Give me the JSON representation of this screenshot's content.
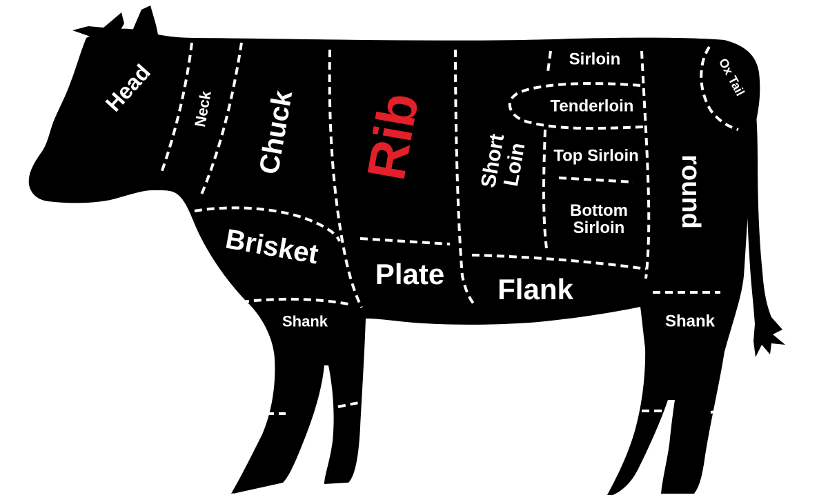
{
  "colors": {
    "background": "#ffffff",
    "silhouette": "#000000",
    "cut_lines": "#ffffff",
    "label": "#ffffff",
    "highlight": "#e3202a"
  },
  "highlighted_cut": "Rib",
  "cuts": {
    "head": "Head",
    "neck": "Neck",
    "chuck": "Chuck",
    "rib": "Rib",
    "short_loin_line1": "Short",
    "short_loin_line2": "Loin",
    "sirloin": "Sirloin",
    "tenderloin": "Tenderloin",
    "top_sirloin": "Top Sirloin",
    "bottom_sirloin_line1": "Bottom",
    "bottom_sirloin_line2": "Sirloin",
    "round": "round",
    "ox_tail": "Ox Tail",
    "brisket": "Brisket",
    "plate": "Plate",
    "flank": "Flank",
    "shank_front": "Shank",
    "shank_back": "Shank"
  }
}
